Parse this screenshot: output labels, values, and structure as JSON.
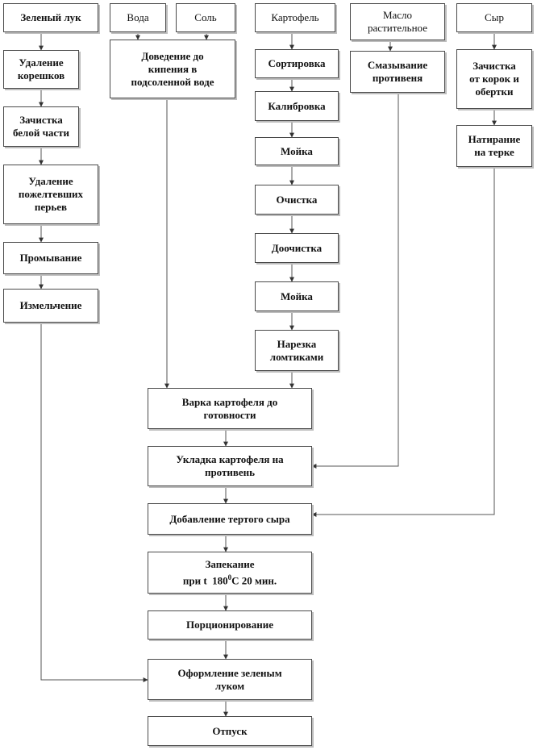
{
  "nodes": {
    "green_onion": "Зеленый лук",
    "water": "Вода",
    "salt": "Соль",
    "potato": "Картофель",
    "oil": "Масло\nрастительное",
    "cheese": "Сыр",
    "root_removal": "Удаление\nкорешков",
    "clean_white": "Зачистка\nбелой части",
    "yellow_removal": "Удаление\nпожелтевших\nперьев",
    "rinsing": "Промывание",
    "chopping": "Измельчение",
    "bring_boil": "Доведение до\nкипения в\nподсоленной воде",
    "sorting": "Сортировка",
    "calibration": "Калибровка",
    "washing1": "Мойка",
    "peeling": "Очистка",
    "final_peeling": "Доочистка",
    "washing2": "Мойка",
    "slicing": "Нарезка\nломтиками",
    "grease_pan": "Смазывание\nпротивеня",
    "cheese_clean": "Зачистка\nот корок и\nобертки",
    "grating": "Натирание\nна терке",
    "boil_potato": "Варка картофеля до\nготовности",
    "lay_potato": "Укладка картофеля на\nпротивень",
    "add_cheese": "Добавление тертого сыра",
    "baking_line1": "Запекание",
    "baking_line2_pre": "при t  180",
    "baking_sup": "0",
    "baking_line2_post": "C 20 мин.",
    "portioning": "Порционирование",
    "garnish": "Оформление зеленым\nлуком",
    "serving": "Отпуск"
  }
}
